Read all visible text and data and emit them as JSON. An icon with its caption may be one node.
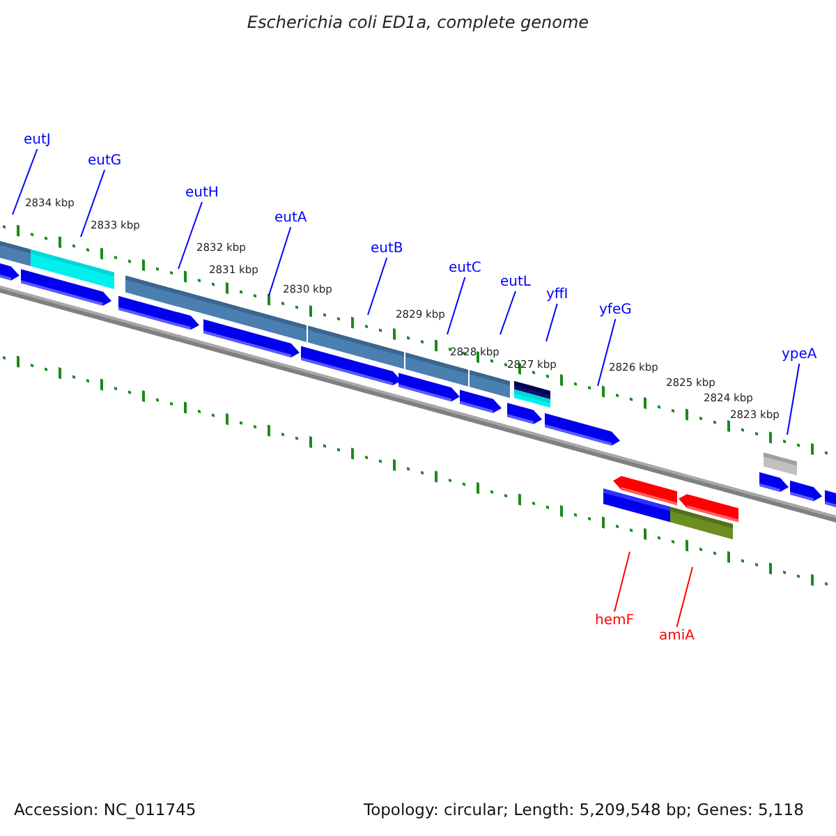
{
  "diagram": {
    "title": "Escherichia coli ED1a, complete genome",
    "nodes": [
      {
        "text": [
          "eutJ"
        ]
      },
      {
        "text": [
          "eutG"
        ]
      },
      {
        "text": [
          "eutH"
        ]
      },
      {
        "text": [
          "eutA"
        ]
      },
      {
        "text": [
          "eutB"
        ]
      },
      {
        "text": [
          "eutC"
        ]
      },
      {
        "text": [
          "eutL"
        ]
      },
      {
        "text": [
          "yffI"
        ]
      },
      {
        "text": [
          "yfeG"
        ]
      },
      {
        "text": [
          "ypeA"
        ]
      },
      {
        "text": [
          "hemF"
        ]
      },
      {
        "text": [
          "amiA"
        ]
      }
    ],
    "edges": [
      {
        "from": 0,
        "to": null,
        "arrow": "none"
      },
      {
        "from": 1,
        "to": null,
        "arrow": "none"
      },
      {
        "from": 2,
        "to": null,
        "arrow": "none"
      },
      {
        "from": 3,
        "to": null,
        "arrow": "none"
      },
      {
        "from": 4,
        "to": null,
        "arrow": "none"
      },
      {
        "from": 5,
        "to": null,
        "arrow": "none"
      },
      {
        "from": 6,
        "to": null,
        "arrow": "none"
      },
      {
        "from": 7,
        "to": null,
        "arrow": "none"
      },
      {
        "from": 8,
        "to": null,
        "arrow": "none"
      },
      {
        "from": 9,
        "to": null,
        "arrow": "none"
      },
      {
        "from": 10,
        "to": null,
        "arrow": "none",
        "color": "#ff0000"
      },
      {
        "from": 11,
        "to": null,
        "arrow": "none",
        "color": "#ff0000"
      }
    ],
    "labels": [
      "2834 kbp",
      "2833 kbp",
      "2832 kbp",
      "2831 kbp",
      "2830 kbp",
      "2829 kbp",
      "2828 kbp",
      "2827 kbp",
      "2826 kbp",
      "2825 kbp",
      "2824 kbp",
      "2823 kbp",
      "Accession: NC_011745",
      "Topology: circular; Length: 5,209,548 bp; Genes: 5,118"
    ]
  }
}
